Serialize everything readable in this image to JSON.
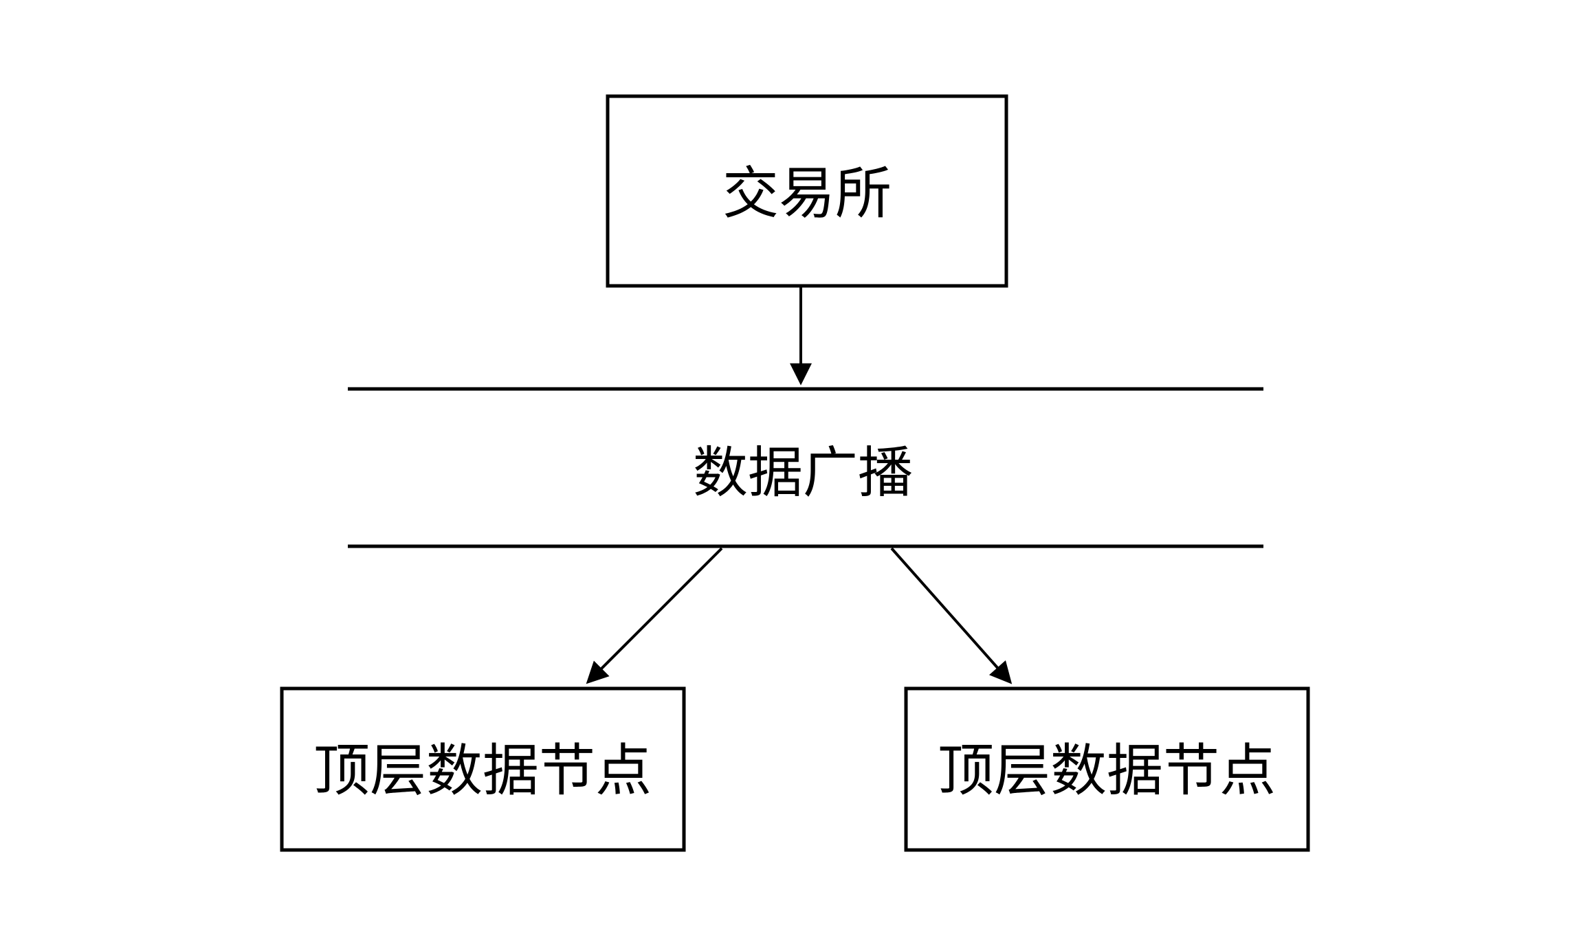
{
  "diagram": {
    "type": "flowchart",
    "background_color": "#ffffff",
    "stroke_color": "#000000",
    "text_color": "#000000",
    "nodes": {
      "exchange": {
        "label": "交易所",
        "shape": "rect"
      },
      "broadcast": {
        "label": "数据广播",
        "shape": "band-between-two-horizontal-lines"
      },
      "left_node": {
        "label": "顶层数据节点",
        "shape": "rect"
      },
      "right_node": {
        "label": "顶层数据节点",
        "shape": "rect"
      }
    },
    "edges": [
      {
        "from": "exchange",
        "to": "broadcast",
        "style": "solid-arrow"
      },
      {
        "from": "broadcast",
        "to": "left_node",
        "style": "solid-arrow"
      },
      {
        "from": "broadcast",
        "to": "right_node",
        "style": "solid-arrow"
      }
    ]
  }
}
